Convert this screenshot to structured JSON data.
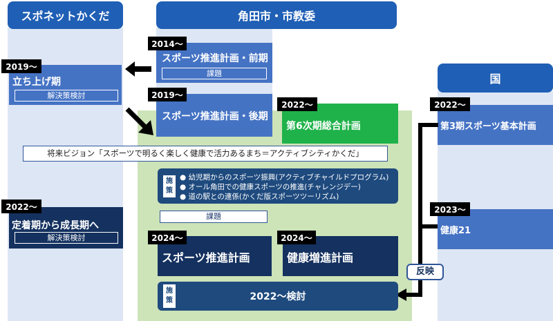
{
  "headers": {
    "sponet": "スポネットかくだ",
    "city": "角田市・市教委",
    "national": "国"
  },
  "sponet": {
    "phase1": {
      "year": "2019～",
      "title": "立ち上げ期",
      "sub": "解決策検討"
    },
    "phase2": {
      "year": "2022～",
      "title": "定着期から成長期へ",
      "sub": "解決策検討"
    }
  },
  "city": {
    "plan_early": {
      "year": "2014～",
      "title": "スポーツ推進計画・前期",
      "sub": "課題"
    },
    "plan_late": {
      "year": "2019～",
      "title": "スポーツ推進計画・後期"
    },
    "comprehensive": {
      "year": "2022～",
      "title": "第6次期総合計画"
    },
    "vision": "将来ビジョン「スポーツで明るく楽しく健康で活力あるまち＝アクティブシティかくだ」",
    "measures": {
      "label": "施策",
      "items": [
        "● 幼児期からのスポーツ振興(アクティブチャイルドプログラム)",
        "● オール角田での健康スポーツの推進(チャレンジデー)",
        "● 道の駅との連係(かくだ版スポーツツーリズム)"
      ]
    },
    "issue": "課題",
    "plan_2024_sports": {
      "year": "2024～",
      "title": "スポーツ推進計画"
    },
    "plan_2024_health": {
      "year": "2024～",
      "title": "健康増進計画"
    },
    "measures2": {
      "label": "施策",
      "title": "2022～検討"
    }
  },
  "national": {
    "plan1": {
      "year": "2022～",
      "title": "第3期スポーツ基本計画"
    },
    "plan2": {
      "year": "2023～",
      "title": "健康21"
    },
    "reflect": "反映"
  },
  "colors": {
    "header_blue": "#1f5fb5",
    "box_blue": "#4573c4",
    "navy": "#14315f",
    "green": "#1fb24a",
    "light_green": "#cde3b8",
    "column_bg": "#dde6f4"
  }
}
